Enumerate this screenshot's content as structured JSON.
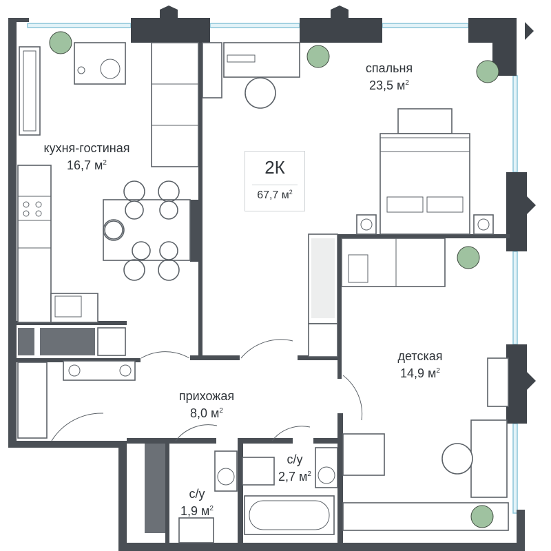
{
  "apartment": {
    "type": "2К",
    "total_area": "67,7 м",
    "area_unit_sup": "2"
  },
  "rooms": [
    {
      "id": "kitchen",
      "name": "кухня-гостиная",
      "area": "16,7 м"
    },
    {
      "id": "bedroom",
      "name": "спальня",
      "area": "23,5 м"
    },
    {
      "id": "kids",
      "name": "детская",
      "area": "14,9 м"
    },
    {
      "id": "hall",
      "name": "прихожая",
      "area": "8,0 м"
    },
    {
      "id": "bath1",
      "name": "с/у",
      "area": "1,9 м"
    },
    {
      "id": "bath2",
      "name": "с/у",
      "area": "2,7 м"
    }
  ],
  "colors": {
    "wall": "#4a4f55",
    "window": "#e3f3f8",
    "furniture_stroke": "#5b6167",
    "plant": "#9fc2a0"
  }
}
